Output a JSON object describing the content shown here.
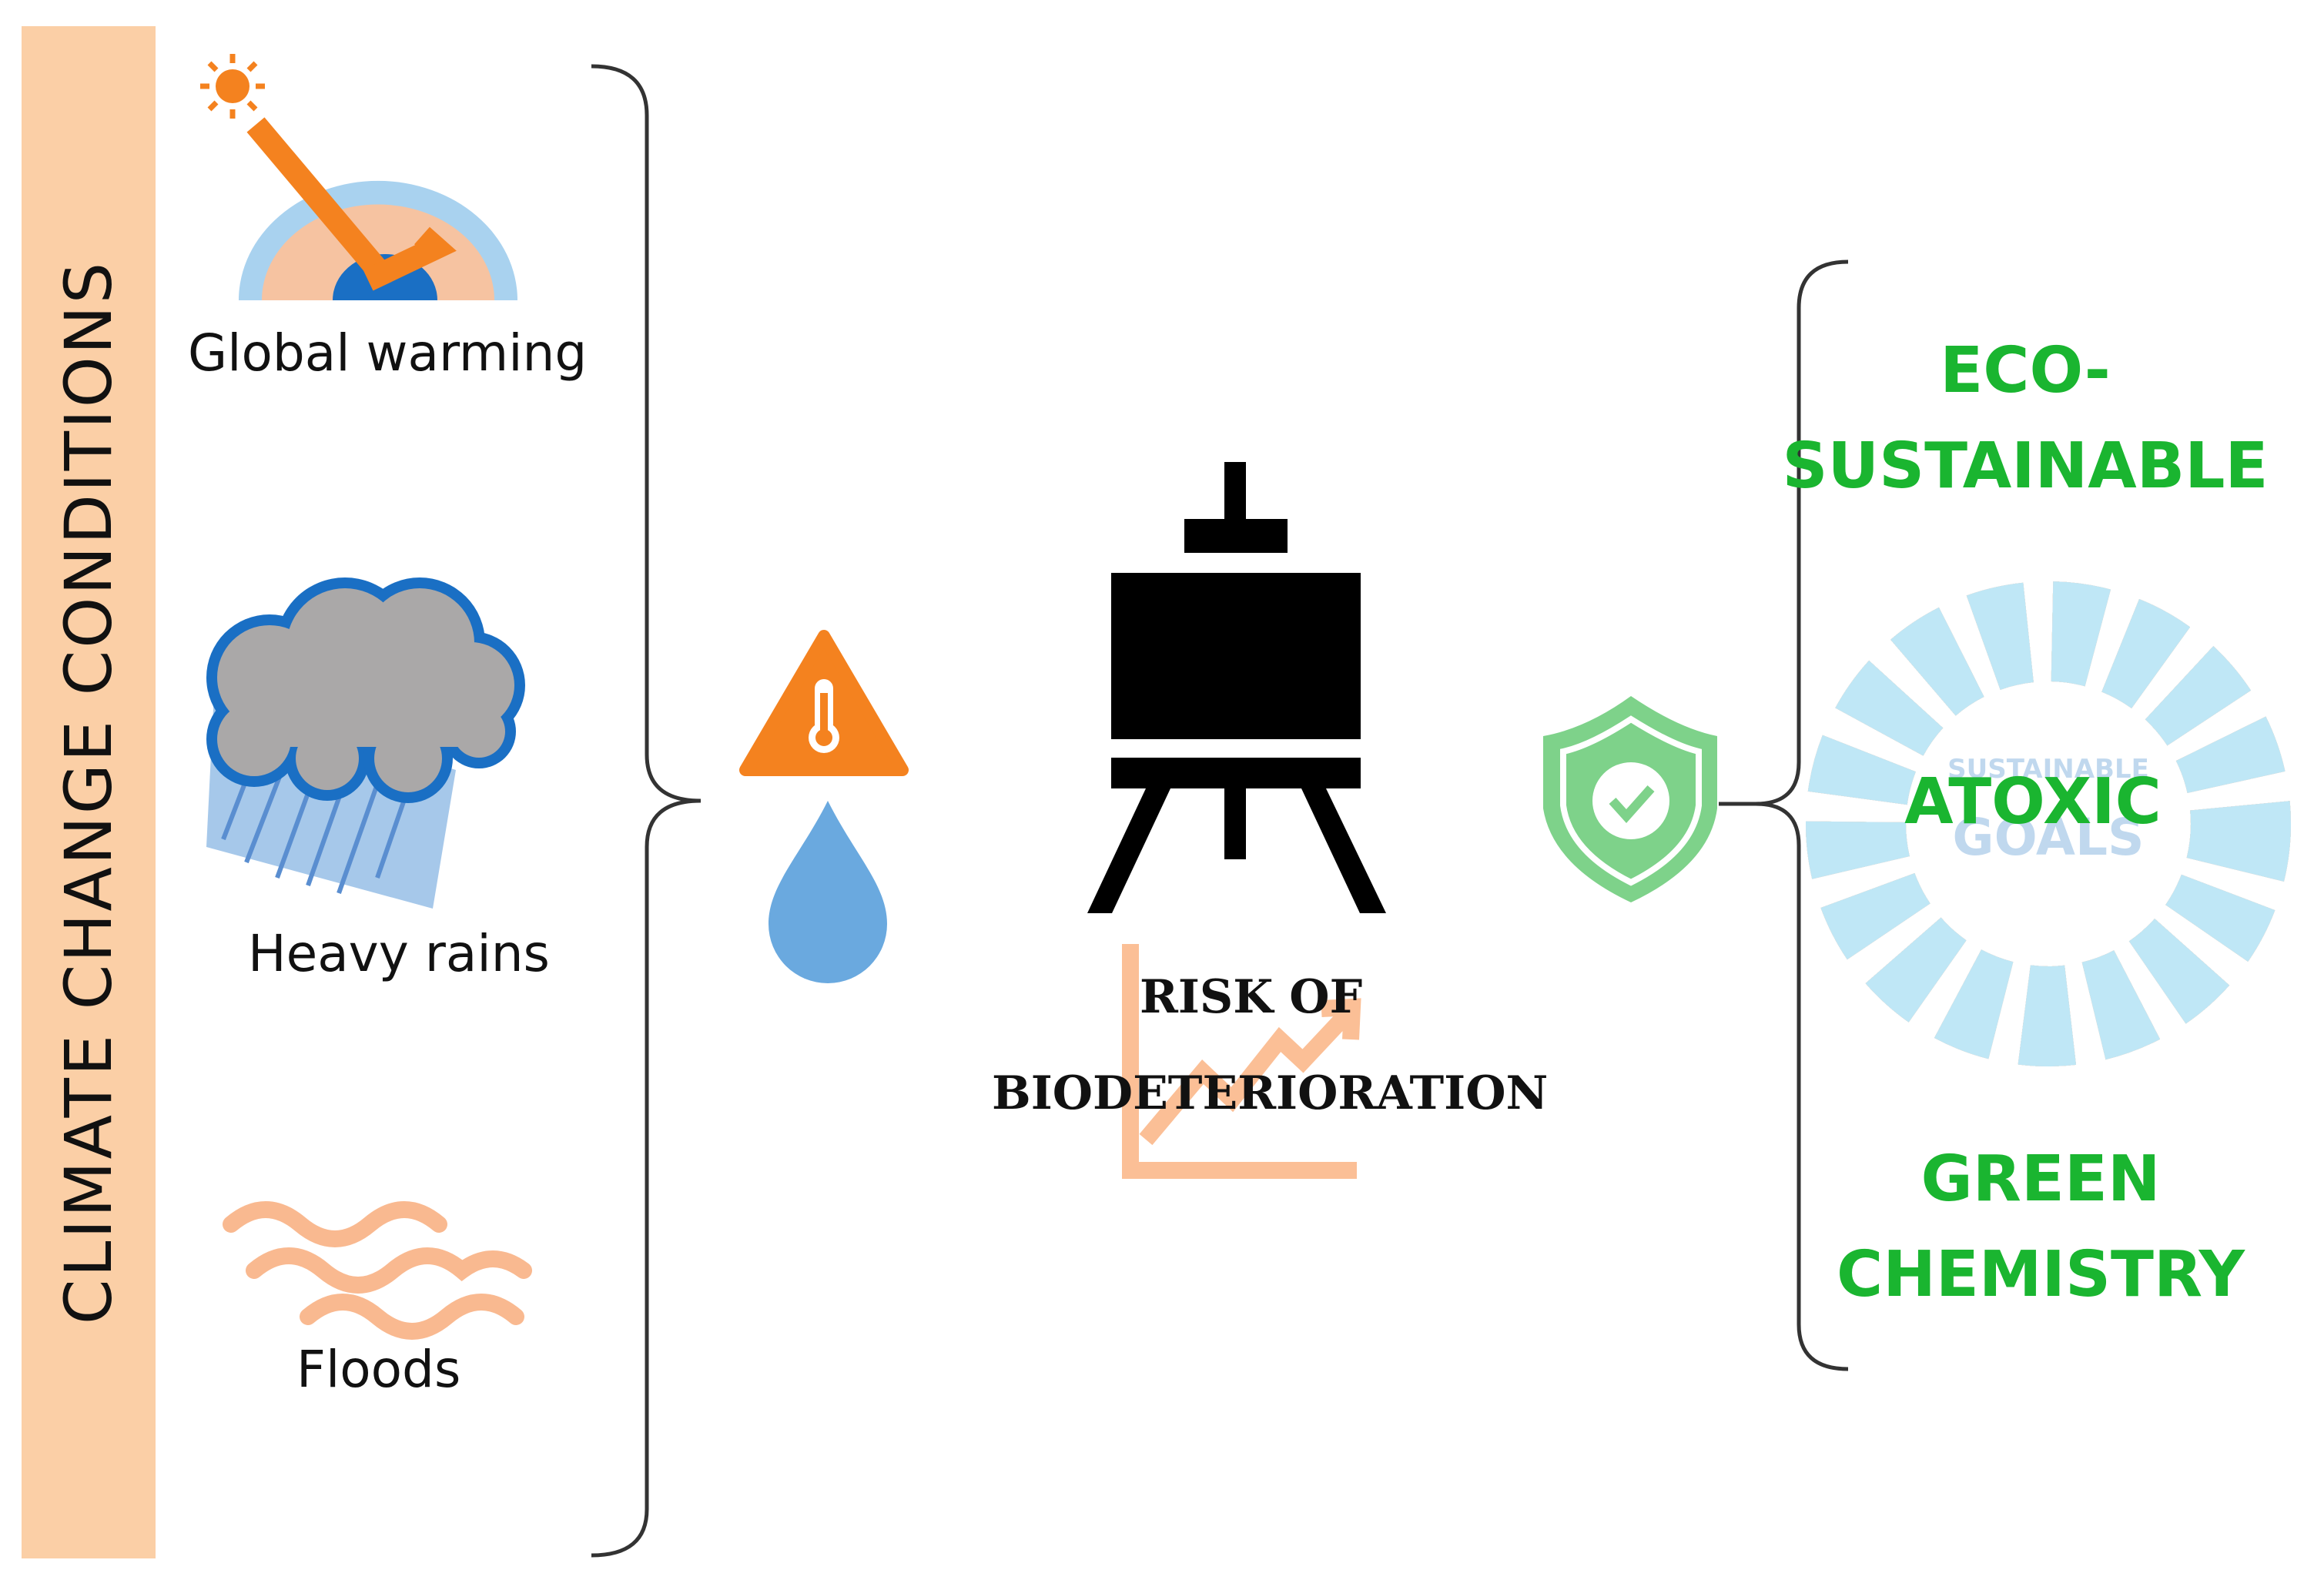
{
  "left_panel": {
    "title": "CLIMATE CHANGE CONDITIONS",
    "conditions": [
      {
        "label": "Global warming",
        "icon": "global-warming-icon"
      },
      {
        "label": "Heavy rains",
        "icon": "heavy-rain-cloud-icon"
      },
      {
        "label": "Floods",
        "icon": "flood-waves-icon"
      }
    ]
  },
  "center": {
    "icons": [
      "temperature-warning-icon",
      "water-drop-icon",
      "easel-icon",
      "rising-trend-chart-icon"
    ],
    "risk_line1": "RISK OF",
    "risk_line2": "BIODETERIORATION"
  },
  "right_panel": {
    "icons": [
      "shield-check-icon",
      "sustainable-development-goals-wheel-icon"
    ],
    "line1": "ECO-",
    "line2": "SUSTAINABLE",
    "line3": "ATOXIC",
    "line4": "GREEN",
    "line5": "CHEMISTRY",
    "sdg_text1": "SUSTAINABLE",
    "sdg_text2": "GOALS"
  },
  "colors": {
    "climate_bar": "#fbcfa6",
    "accent_orange": "#f4821f",
    "water_blue": "#6aa9df",
    "shield_green": "#7ed28a",
    "text_green": "#1ab530"
  }
}
